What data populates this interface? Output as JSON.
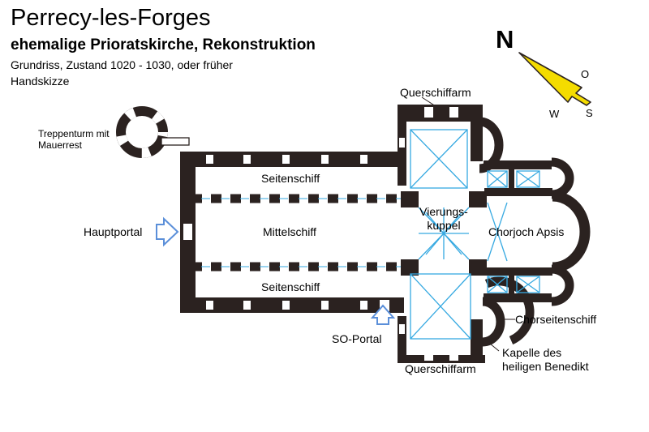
{
  "header": {
    "title": "Perrecy-les-Forges",
    "subtitle": "ehemalige Prioratskirche, Rekonstruktion",
    "description_1": "Grundriss, Zustand 1020 - 1030, oder früher",
    "description_2": "Handskizze"
  },
  "labels": {
    "treppenturm": "Treppenturm mit\nMauerrest",
    "seitenschiff_north": "Seitenschiff",
    "mittelschiff": "Mittelschiff",
    "seitenschiff_south": "Seitenschiff",
    "hauptportal": "Hauptportal",
    "so_portal": "SO-Portal",
    "querschiffarm_north": "Querschiffarm",
    "querschiffarm_south": "Querschiffarm",
    "vierungskuppel": "Vierungs-\nkuppel",
    "chorjoch_apsis": "Chorjoch Apsis",
    "chorseitenschiff": "Chorseitenschiff",
    "kapelle": "Kapelle des\nheiligen Benedikt"
  },
  "compass": {
    "north": "N",
    "east": "O",
    "west": "W",
    "south": "S"
  },
  "colors": {
    "walls": "#2b2220",
    "vault_lines": "#36a9e1",
    "arrow_fill": "#f4dc00",
    "portal_arrow": "#5b8fd9",
    "background": "#ffffff"
  }
}
